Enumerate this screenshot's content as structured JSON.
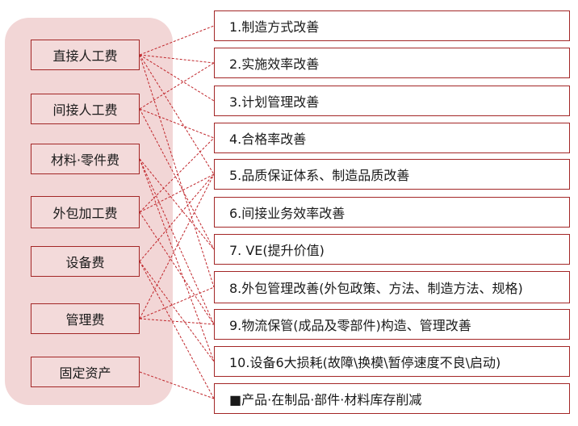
{
  "cost_items": [
    {
      "label": "直接人工费"
    },
    {
      "label": "间接人工费"
    },
    {
      "label": "材料·零件费"
    },
    {
      "label": "外包加工费"
    },
    {
      "label": "设备费"
    },
    {
      "label": "管理费"
    },
    {
      "label": "固定资产"
    }
  ],
  "improvement_items": [
    {
      "label": "1.制造方式改善"
    },
    {
      "label": "2.实施效率改善"
    },
    {
      "label": "3.计划管理改善"
    },
    {
      "label": "4.合格率改善"
    },
    {
      "label": "5.品质保证体系、制造品质改善"
    },
    {
      "label": "6.间接业务效率改善"
    },
    {
      "label": "7. VE(提升价值)"
    },
    {
      "label": "8.外包管理改善(外包政策、方法、制造方法、规格)"
    },
    {
      "label": "9.物流保管(成品及零部件)构造、管理改善"
    },
    {
      "label": "10.设备6大损耗(故障\\换模\\暂停速度不良\\启动)"
    },
    {
      "label": "■产品·在制品·部件·材料库存削减"
    }
  ],
  "links": [
    [
      0,
      0
    ],
    [
      0,
      1
    ],
    [
      0,
      2
    ],
    [
      0,
      4
    ],
    [
      0,
      7
    ],
    [
      1,
      1
    ],
    [
      1,
      3
    ],
    [
      1,
      6
    ],
    [
      2,
      6
    ],
    [
      2,
      8
    ],
    [
      2,
      9
    ],
    [
      3,
      3
    ],
    [
      3,
      4
    ],
    [
      3,
      8
    ],
    [
      4,
      4
    ],
    [
      4,
      9
    ],
    [
      4,
      10
    ],
    [
      5,
      4
    ],
    [
      5,
      7
    ],
    [
      5,
      8
    ],
    [
      6,
      10
    ]
  ],
  "colors": {
    "panel": "#f2d6d6",
    "box_border": "#a32626",
    "link_line": "#c0262b"
  }
}
